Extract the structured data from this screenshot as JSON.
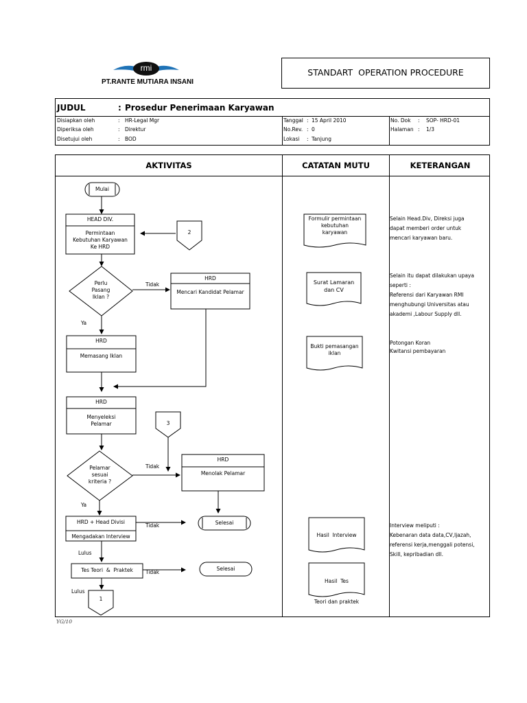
{
  "company": {
    "logo_text": "rmi",
    "name": "PT.RANTE MUTIARA INSANI"
  },
  "header": {
    "sop_title": "STANDART  OPERATION PROCEDURE"
  },
  "judul": {
    "label": "JUDUL",
    "sep": ":",
    "title": "Prosedur Penerimaan Karyawan"
  },
  "meta": {
    "rows": [
      {
        "label": "Disiapkan oleh",
        "sep": ":",
        "value": "HR-Legal Mgr",
        "mid_label": "Tanggal",
        "mid_sep": ":",
        "mid_value": "15 April 2010",
        "right_label": "No. Dok",
        "right_sep": ":",
        "right_value": "SOP- HRD-01"
      },
      {
        "label": "Diperiksa oleh",
        "sep": ":",
        "value": "Direktur",
        "mid_label": "No.Rev.",
        "mid_sep": ":",
        "mid_value": "0",
        "right_label": "Halaman",
        "right_sep": ":",
        "right_value": "1/3"
      },
      {
        "label": "Disetujui oleh",
        "sep": ":",
        "value": "BOD",
        "mid_label": "Lokasi",
        "mid_sep": ":",
        "mid_value": "Tanjung",
        "right_label": "",
        "right_sep": "",
        "right_value": ""
      }
    ]
  },
  "columns": {
    "aktivitas": "AKTIVITAS",
    "catatan": "CATATAN MUTU",
    "keterangan": "KETERANGAN"
  },
  "flow": {
    "mulai": "Mulai",
    "head_div_title": "HEAD DIV.",
    "head_div_body": [
      "Permintaan",
      "Kebutuhan Karyawan",
      "Ke HRD"
    ],
    "connector_2": "2",
    "decision_iklan": [
      "Perlu",
      "Pasang",
      "Iklan ?"
    ],
    "tidak_1": "Tidak",
    "ya_1": "Ya",
    "hrd_1_title": "HRD",
    "hrd_1_body": "Mencari Kandidat Pelamar",
    "hrd_2_title": "HRD",
    "hrd_2_body": "Memasang Iklan",
    "hrd_3_title": "HRD",
    "hrd_3_body": [
      "Menyeleksi",
      "Pelamar"
    ],
    "connector_3": "3",
    "decision_kriteria": [
      "Pelamar",
      "sesuai",
      "kriteria ?"
    ],
    "tidak_2": "Tidak",
    "ya_2": "Ya",
    "hrd_4_title": "HRD",
    "hrd_4_body": "Menolak Pelamar",
    "interview_title": "HRD + Head Divisi",
    "interview_body": "Mengadakan Interview",
    "tidak_3": "Tidak",
    "selesai_1": "Selesai",
    "lulus_1": "Lulus",
    "tes_box": "Tes Teori  &  Praktek",
    "tidak_4": "Tidak",
    "selesai_2": "Selesai",
    "lulus_2": "Lulus",
    "connector_1": "1"
  },
  "catatan": {
    "doc_1": [
      "Formulir permintaan",
      "kebutuhan",
      "karyawan"
    ],
    "doc_2": [
      "Surat Lamaran",
      "dan CV"
    ],
    "doc_3": [
      "Bukti pemasangan",
      "iklan"
    ],
    "doc_4": [
      "Hasil  Interview"
    ],
    "doc_5": [
      "Hasil  Tes",
      "Teori dan praktek"
    ]
  },
  "keterangan": {
    "note_1": [
      "Selain Head.Div, Direksi juga",
      "dapat memberi order untuk",
      "mencari karyawan baru."
    ],
    "note_2": [
      "Selain itu dapat dilakukan upaya",
      "seperti :",
      "Referensi dari Karyawan RMI",
      "menghubungi Universitas atau",
      "akademi ,Labour Supply dll."
    ],
    "note_3": [
      "Potongan Koran",
      "Kwitansi pembayaran"
    ],
    "note_4": [
      "Interview meliputi :",
      "Kebenaran data data,CV,Ijazah,",
      "referensi kerja,menggali potensi,",
      "Skill, kepribadian dll."
    ]
  },
  "footer": {
    "code": "YG/10"
  }
}
